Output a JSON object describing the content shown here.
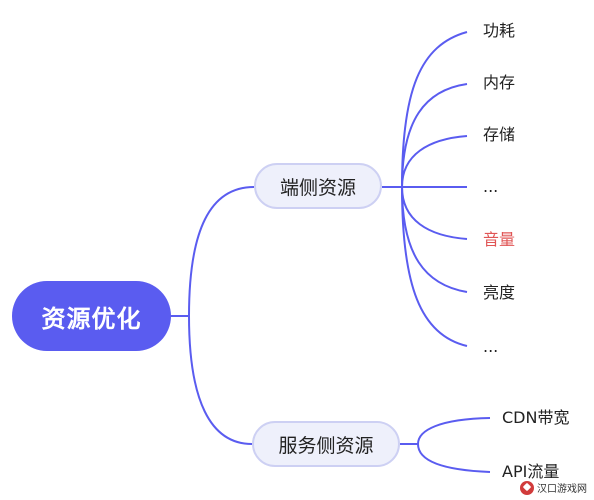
{
  "colors": {
    "line": "#5a5cf0",
    "root_fill": "#5a5cf0",
    "branch_fill": "#eef0fb",
    "branch_border": "#cdd0f3",
    "highlight_text": "#e05555"
  },
  "root": {
    "label": "资源优化"
  },
  "branches": [
    {
      "label": "端侧资源",
      "children": [
        "功耗",
        "内存",
        "存储",
        "...",
        "音量",
        "亮度",
        "..."
      ],
      "highlighted_child": "音量"
    },
    {
      "label": "服务侧资源",
      "children": [
        "CDN带宽",
        "API流量"
      ]
    }
  ],
  "watermark": {
    "text": "汉口游戏网",
    "icon": "logo-icon"
  }
}
